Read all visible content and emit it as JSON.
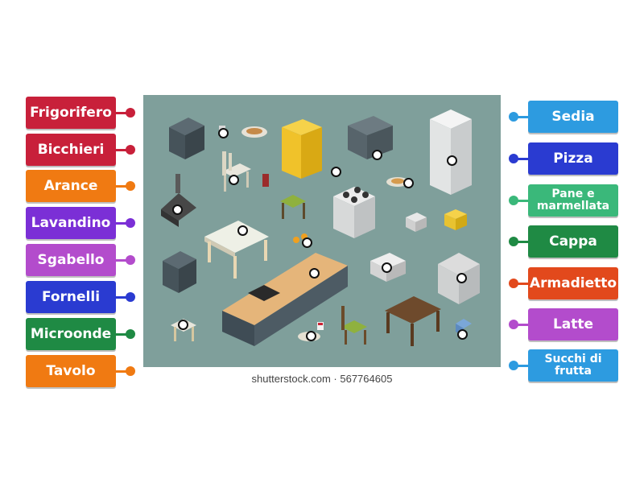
{
  "left_labels": [
    {
      "text": "Frigorifero",
      "color": "#c8203a"
    },
    {
      "text": "Bicchieri",
      "color": "#c8203a"
    },
    {
      "text": "Arance",
      "color": "#f07a12"
    },
    {
      "text": "Lavandino",
      "color": "#7b2fd6"
    },
    {
      "text": "Sgabello",
      "color": "#b34ccc"
    },
    {
      "text": "Fornelli",
      "color": "#2a3bd1"
    },
    {
      "text": "Microonde",
      "color": "#1f8a44"
    },
    {
      "text": "Tavolo",
      "color": "#f07a12"
    }
  ],
  "right_labels": [
    {
      "text": "Sedia",
      "color": "#2d9be0"
    },
    {
      "text": "Pizza",
      "color": "#2a3bd1"
    },
    {
      "text": "Pane e marmellata",
      "color": "#3ab87a"
    },
    {
      "text": "Cappa",
      "color": "#1f8a44"
    },
    {
      "text": "Armadietto",
      "color": "#e2491c"
    },
    {
      "text": "Latte",
      "color": "#b34ccc"
    },
    {
      "text": "Succhi di frutta",
      "color": "#2d9be0"
    }
  ],
  "caption": "shutterstock.com · 567764605"
}
